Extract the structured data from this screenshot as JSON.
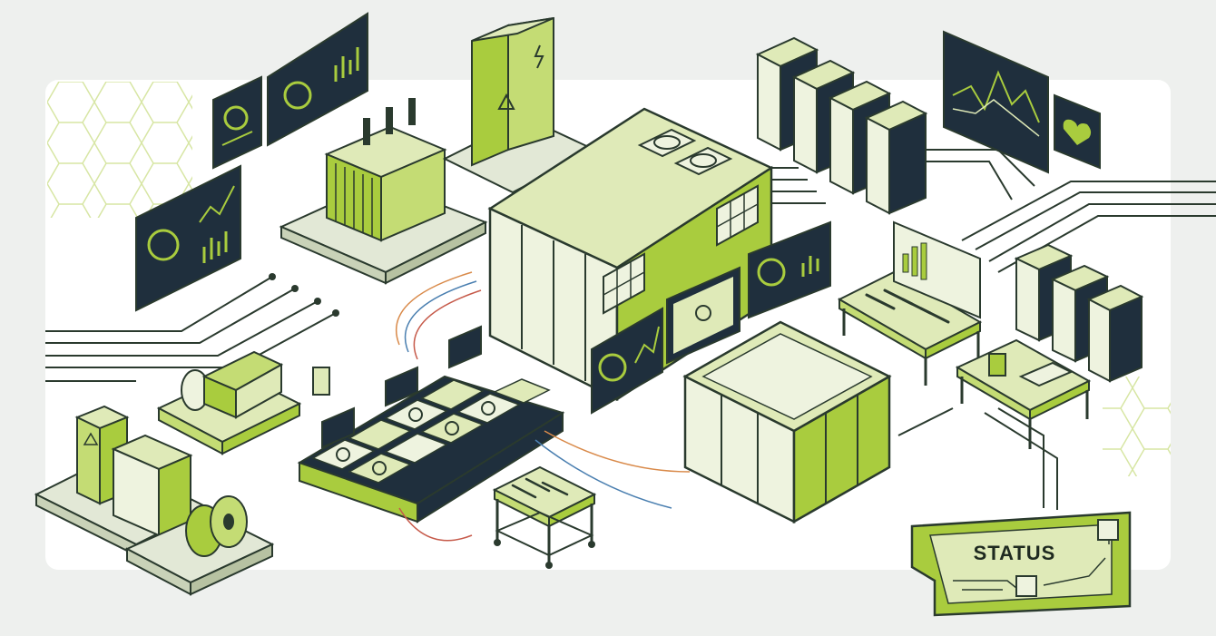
{
  "status_badge": {
    "label": "STATUS"
  },
  "colors": {
    "lime": "#a9cc3e",
    "lime_light": "#dfeab8",
    "pale": "#eef3df",
    "navy": "#1f2f3d",
    "outline": "#2a3a2e",
    "wire_orange": "#d98a4a",
    "wire_blue": "#4a7fb0",
    "wire_red": "#c65a4a"
  },
  "scene_elements": [
    "central-substation",
    "transformer",
    "switchgear-cabinets",
    "server-racks",
    "battery-module-grid",
    "secondary-enclosure",
    "generator",
    "cable-reel",
    "tool-cart",
    "workbench",
    "monitoring-dashboards",
    "status-badge"
  ]
}
